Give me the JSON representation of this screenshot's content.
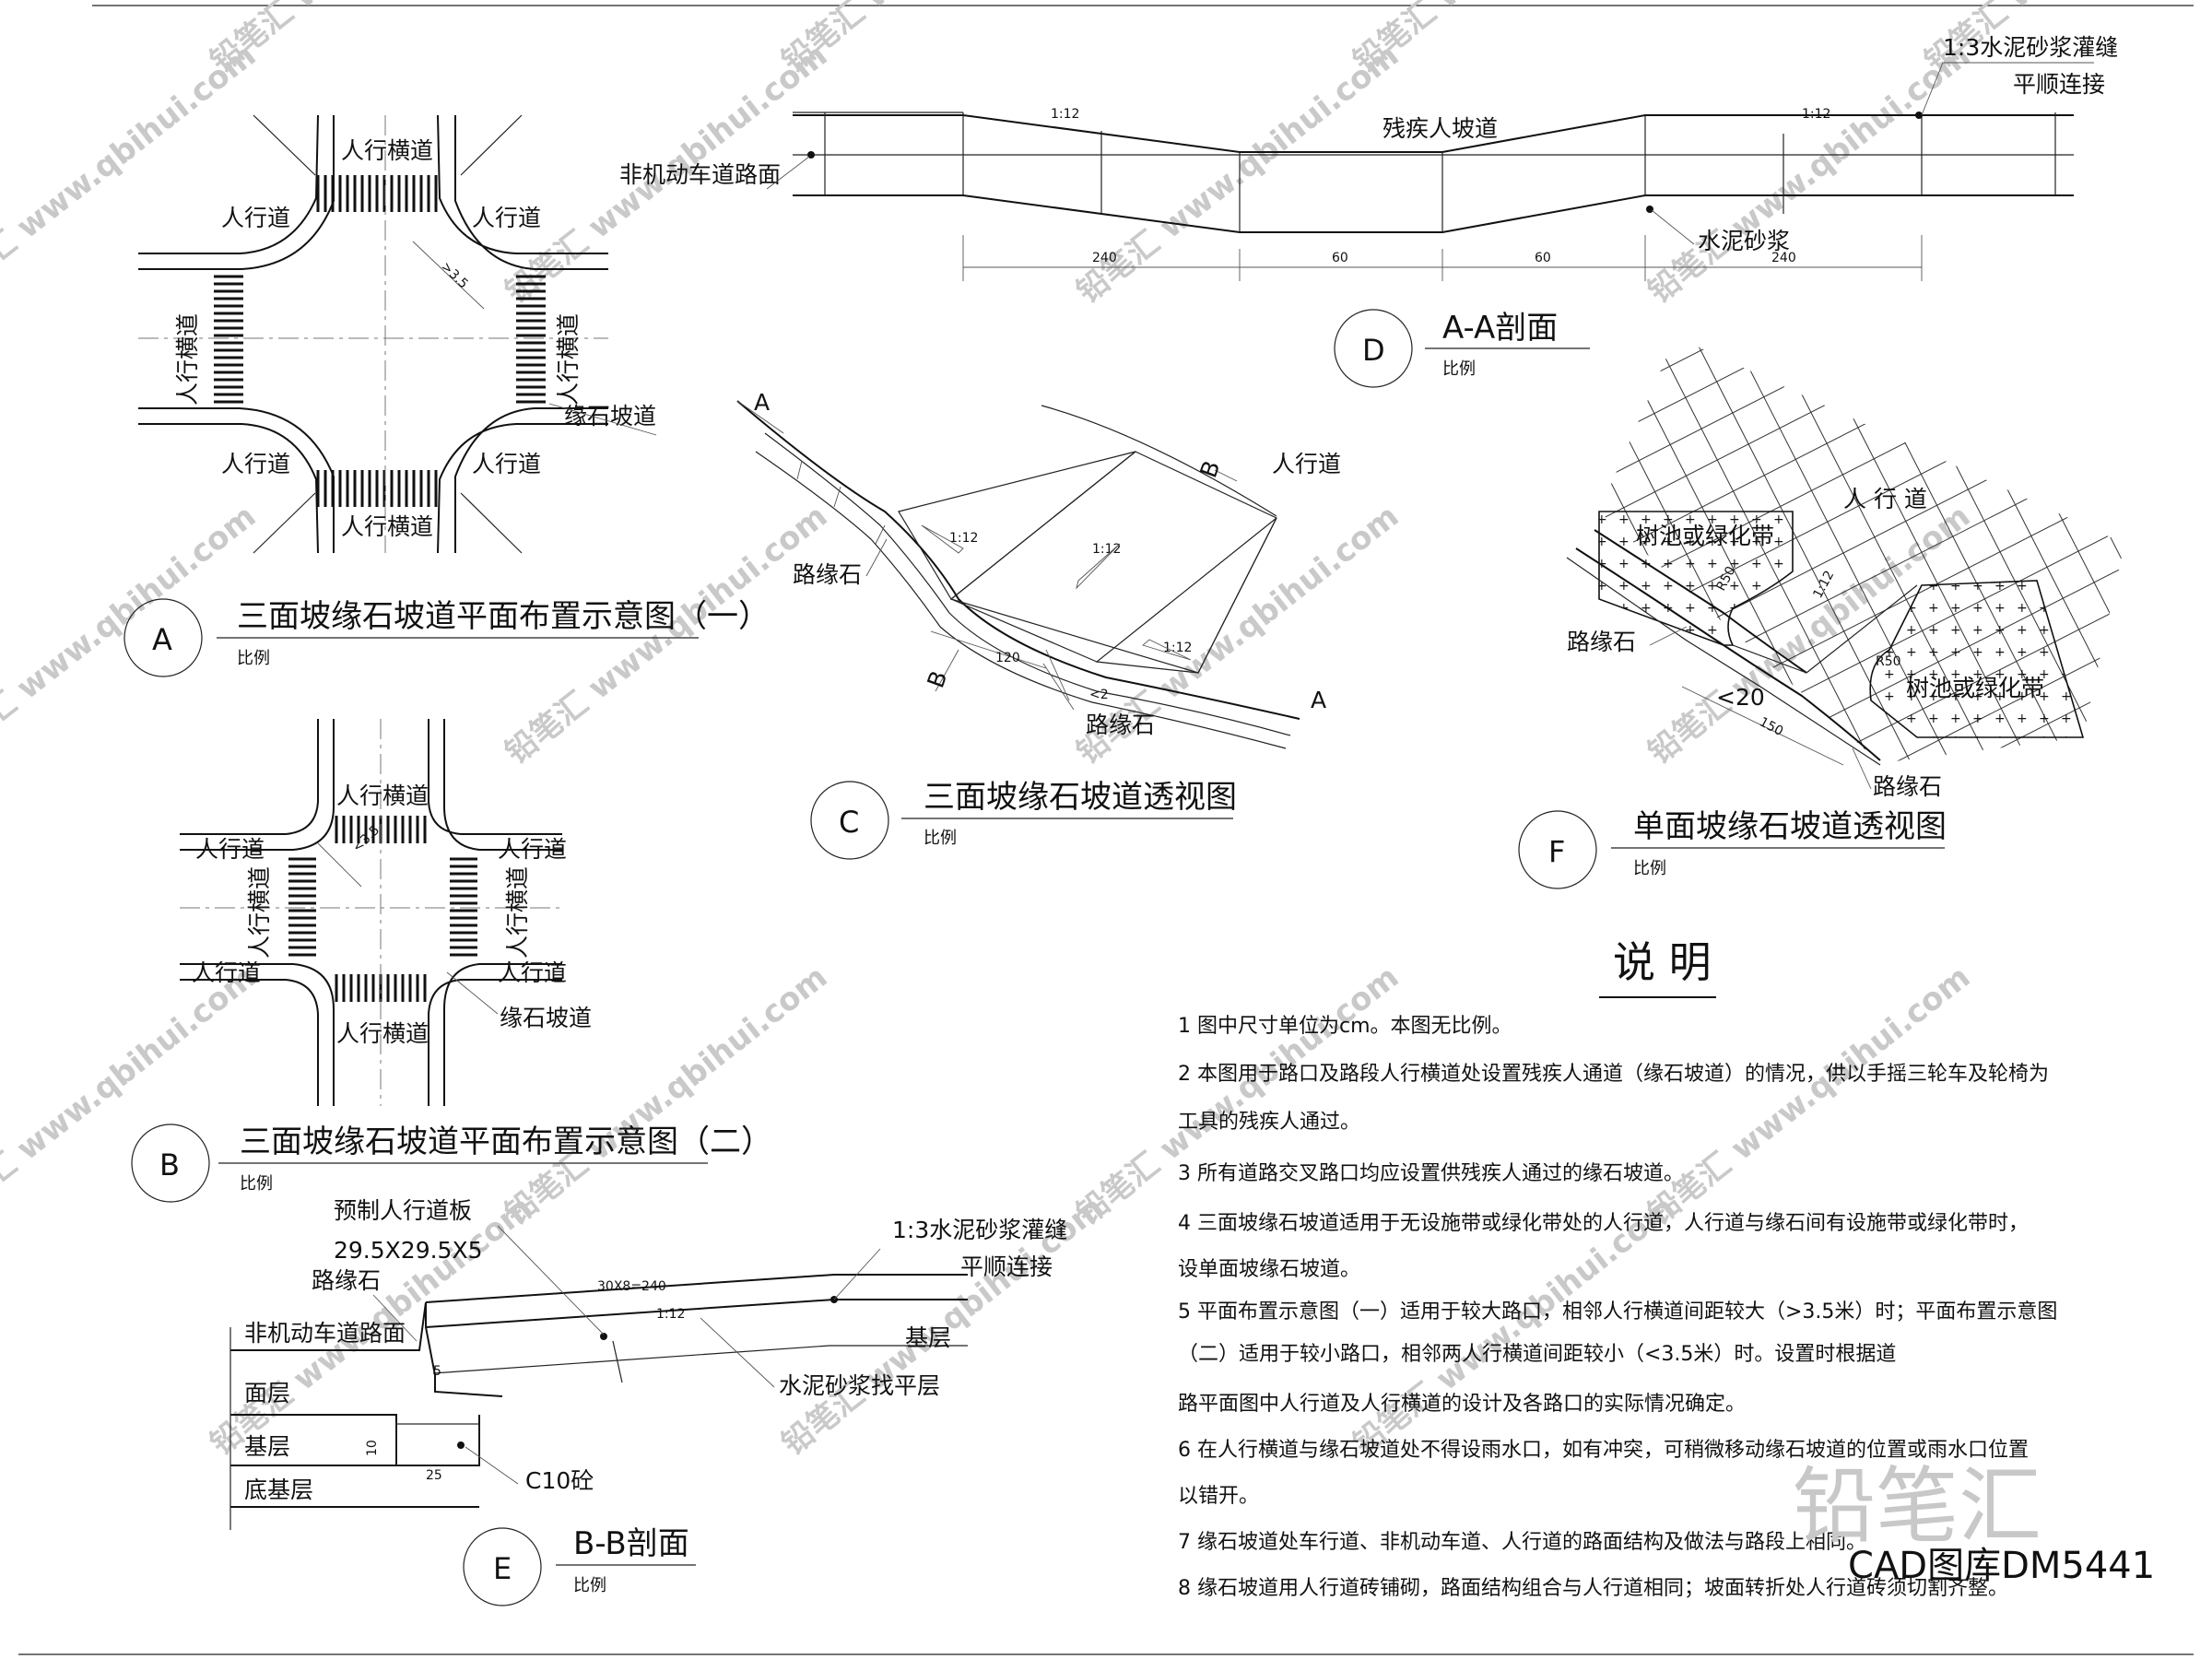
{
  "fig_a": {
    "crosswalk_top": "人行横道",
    "crosswalk_bottom": "人行横道",
    "crosswalk_left": "人行横道",
    "crosswalk_right": "人行横道",
    "sidewalk_tl": "人行道",
    "sidewalk_tr": "人行道",
    "sidewalk_bl": "人行道",
    "sidewalk_br": "人行道",
    "ramp_label": "缘石坡道",
    "dim": ">3.5",
    "letter": "A",
    "title": "三面坡缘石坡道平面布置示意图（一）",
    "ratio": "比例"
  },
  "fig_b": {
    "crosswalk_top": "人行横道",
    "crosswalk_bottom": "人行横道",
    "crosswalk_left": "人行横道",
    "crosswalk_right": "人行横道",
    "sidewalk_tl": "人行道",
    "sidewalk_tr": "人行道",
    "sidewalk_bl": "人行道",
    "sidewalk_br": "人行道",
    "ramp_label": "缘石坡道",
    "dim": "<3.5",
    "letter": "B",
    "title": "三面坡缘石坡道平面布置示意图（二）",
    "ratio": "比例"
  },
  "fig_c": {
    "sec_a1": "A",
    "sec_a2": "A",
    "sec_b1": "B",
    "sec_b2": "B",
    "sidewalk": "人行道",
    "curb_left": "路缘石",
    "curb_bottom": "路缘石",
    "slope1": "1:12",
    "slope2": "1:12",
    "slope3": "1:12",
    "dim_120": "120",
    "dim_2": "<2",
    "letter": "C",
    "title": "三面坡缘石坡道透视图",
    "ratio": "比例"
  },
  "fig_d": {
    "joint_note": "1:3水泥砂浆灌缝",
    "smooth": "平顺连接",
    "ramp": "残疾人坡道",
    "road": "非机动车道路面",
    "mortar": "水泥砂浆",
    "slope_left": "1:12",
    "slope_right": "1:12",
    "dims": [
      "240",
      "60",
      "60",
      "240"
    ],
    "letter": "D",
    "title": "A-A剖面",
    "ratio": "比例"
  },
  "fig_f": {
    "sidewalk": "人 行 道",
    "tree_left": "树池或绿化带",
    "tree_right": "树池或绿化带",
    "curb_left": "路缘石",
    "curb_bottom": "路缘石",
    "slope": "1:12",
    "dim_20": "<20",
    "dim_150": "150",
    "r50_a": "R50",
    "r50_b": "R50",
    "letter": "F",
    "title": "单面坡缘石坡道透视图",
    "ratio": "比例"
  },
  "fig_e": {
    "slab": "预制人行道板",
    "slab_size": "29.5X29.5X5",
    "curb": "路缘石",
    "road": "非机动车道路面",
    "surface": "面层",
    "base": "基层",
    "subbase": "底基层",
    "joint_note": "1:3水泥砂浆灌缝",
    "smooth": "平顺连接",
    "base_right": "基层",
    "leveling": "水泥砂浆找平层",
    "concrete": "C10砼",
    "dim_top": "30X8=240",
    "slope": "1:12",
    "dim_5": "5",
    "dim_10": "10",
    "dim_25": "25",
    "letter": "E",
    "title": "B-B剖面",
    "ratio": "比例"
  },
  "notes": {
    "heading": "说  明",
    "lines": [
      "1 图中尺寸单位为cm。本图无比例。",
      "2 本图用于路口及路段人行横道处设置残疾人通道（缘石坡道）的情况，供以手摇三轮车及轮椅为",
      "工具的残疾人通过。",
      "3 所有道路交叉路口均应设置供残疾人通过的缘石坡道。",
      "4 三面坡缘石坡道适用于无设施带或绿化带处的人行道，人行道与缘石间有设施带或绿化带时，",
      "设单面坡缘石坡道。",
      "5 平面布置示意图（一）适用于较大路口，相邻人行横道间距较大（>3.5米）时；平面布置示意图",
      "（二）适用于较小路口，相邻两人行横道间距较小（<3.5米）时。设置时根据道",
      "路平面图中人行道及人行横道的设计及各路口的实际情况确定。",
      "6 在人行横道与缘石坡道处不得设雨水口，如有冲突，可稍微移动缘石坡道的位置或雨水口位置",
      "以错开。",
      "7 缘石坡道处车行道、非机动车道、人行道的路面结构及做法与路段上相同。",
      "8 缘石坡道用人行道砖铺砌，路面结构组合与人行道相同；坡面转折处人行道砖须切割齐整。"
    ]
  },
  "watermark": {
    "brand": "铅笔汇",
    "site": "www.qbihui.com",
    "logo": "铅笔汇",
    "code": "CAD图库DM5441"
  }
}
